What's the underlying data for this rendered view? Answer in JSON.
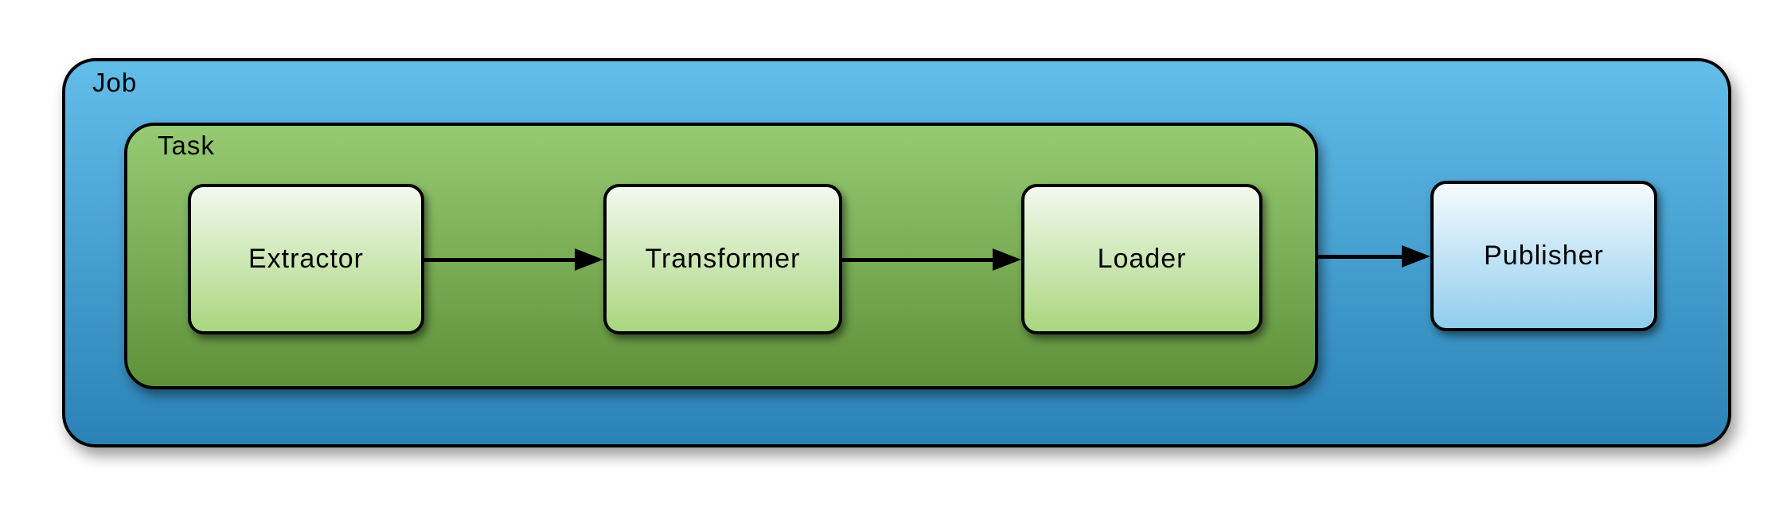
{
  "diagram": {
    "type": "flowchart",
    "containers": {
      "job": {
        "label": "Job"
      },
      "task": {
        "label": "Task"
      }
    },
    "nodes": {
      "extractor": {
        "label": "Extractor"
      },
      "transformer": {
        "label": "Transformer"
      },
      "loader": {
        "label": "Loader"
      },
      "publisher": {
        "label": "Publisher"
      }
    },
    "edges": [
      {
        "from": "Extractor",
        "to": "Transformer"
      },
      {
        "from": "Transformer",
        "to": "Loader"
      },
      {
        "from": "Loader",
        "to": "Publisher"
      }
    ],
    "colors": {
      "job_gradient_top": "#63bde9",
      "job_gradient_bottom": "#2a82b6",
      "task_gradient_top": "#97cb73",
      "task_gradient_bottom": "#5e913a",
      "node_gradient_top": "#f3f9ee",
      "node_gradient_bottom": "#a9d67e",
      "publisher_gradient_top": "#f6fbfe",
      "publisher_gradient_bottom": "#90cdee",
      "border": "#000000",
      "text": "#000000",
      "background": "#ffffff"
    }
  }
}
